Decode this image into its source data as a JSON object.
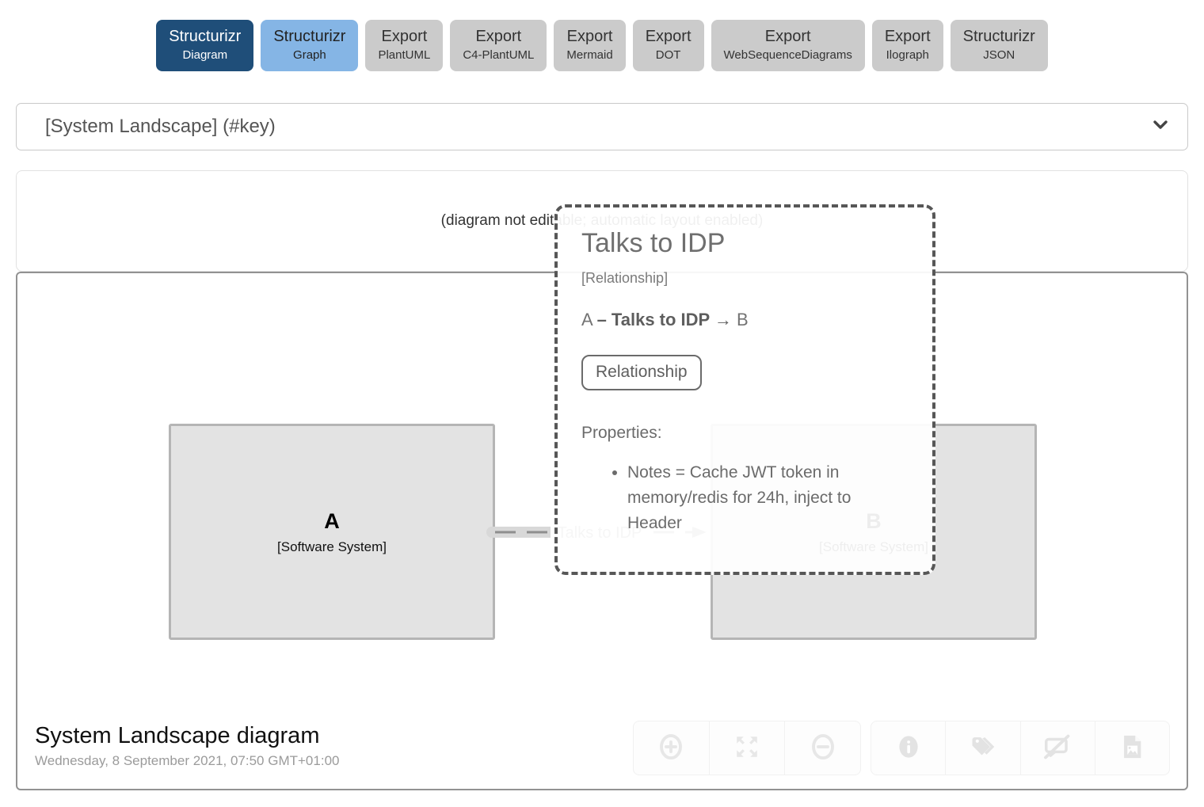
{
  "toolbar": {
    "buttons": [
      {
        "title": "Structurizr",
        "subtitle": "Diagram"
      },
      {
        "title": "Structurizr",
        "subtitle": "Graph"
      },
      {
        "title": "Export",
        "subtitle": "PlantUML"
      },
      {
        "title": "Export",
        "subtitle": "C4-PlantUML"
      },
      {
        "title": "Export",
        "subtitle": "Mermaid"
      },
      {
        "title": "Export",
        "subtitle": "DOT"
      },
      {
        "title": "Export",
        "subtitle": "WebSequenceDiagrams"
      },
      {
        "title": "Export",
        "subtitle": "Ilograph"
      },
      {
        "title": "Structurizr",
        "subtitle": "JSON"
      }
    ]
  },
  "selector": {
    "value": "[System Landscape] (#key)"
  },
  "notice": {
    "text": "(diagram not editable; automatic layout enabled)"
  },
  "canvas": {
    "nodes": [
      {
        "name": "A",
        "meta": "[Software System]"
      },
      {
        "name": "B",
        "meta": "[Software System]"
      }
    ],
    "relationship_label": "Talks to IDP"
  },
  "tooltip": {
    "title": "Talks to IDP",
    "type": "[Relationship]",
    "source": "A ",
    "bold_segment": "– Talks to IDP →",
    "target": " B",
    "tag": "Relationship",
    "properties_heading": "Properties:",
    "properties": [
      "Notes = Cache JWT token in memory/redis for 24h, inject to Header"
    ]
  },
  "footer": {
    "title": "System Landscape diagram",
    "timestamp": "Wednesday, 8 September 2021, 07:50 GMT+01:00"
  },
  "icons": {
    "selector": "chevron-down-icon",
    "zoom_group": [
      "zoom-in-icon",
      "expand-icon",
      "zoom-out-icon"
    ],
    "tools_group": [
      "info-icon",
      "tags-icon",
      "comment-slash-icon",
      "image-export-icon"
    ]
  },
  "colors": {
    "primary_button": "#1f4e79",
    "secondary_button": "#85b5e5",
    "gray_button": "#cbcbcb",
    "box_fill": "#e3e3e3",
    "tooltip_border": "#575757"
  }
}
